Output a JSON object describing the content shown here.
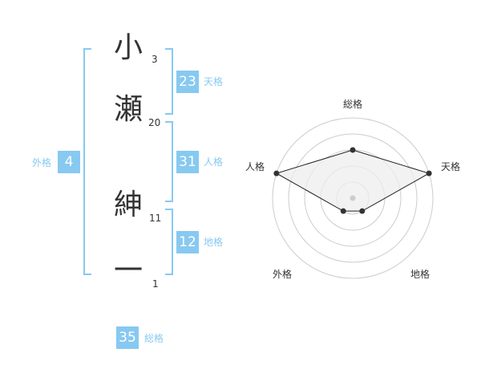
{
  "name": {
    "chars": [
      {
        "char": "小",
        "strokes": "3"
      },
      {
        "char": "瀬",
        "strokes": "20"
      },
      {
        "char": "紳",
        "strokes": "11"
      },
      {
        "char": "一",
        "strokes": "1"
      }
    ]
  },
  "kakusu": {
    "tenkaku": {
      "value": "23",
      "label": "天格"
    },
    "jinkaku": {
      "value": "31",
      "label": "人格"
    },
    "chikaku": {
      "value": "12",
      "label": "地格"
    },
    "gaikaku": {
      "value": "4",
      "label": "外格"
    },
    "soukaku": {
      "value": "35",
      "label": "総格"
    }
  },
  "chart_data": {
    "type": "radar",
    "axes": [
      "総格",
      "天格",
      "地格",
      "外格",
      "人格"
    ],
    "values": [
      0.6,
      1.0,
      0.2,
      0.2,
      1.0
    ],
    "range": [
      0,
      1
    ],
    "rings": 5,
    "colors": {
      "fill": "#eeeeee",
      "line": "#222222",
      "grid": "#cccccc",
      "point": "#333333",
      "center": "#cccccc"
    }
  }
}
